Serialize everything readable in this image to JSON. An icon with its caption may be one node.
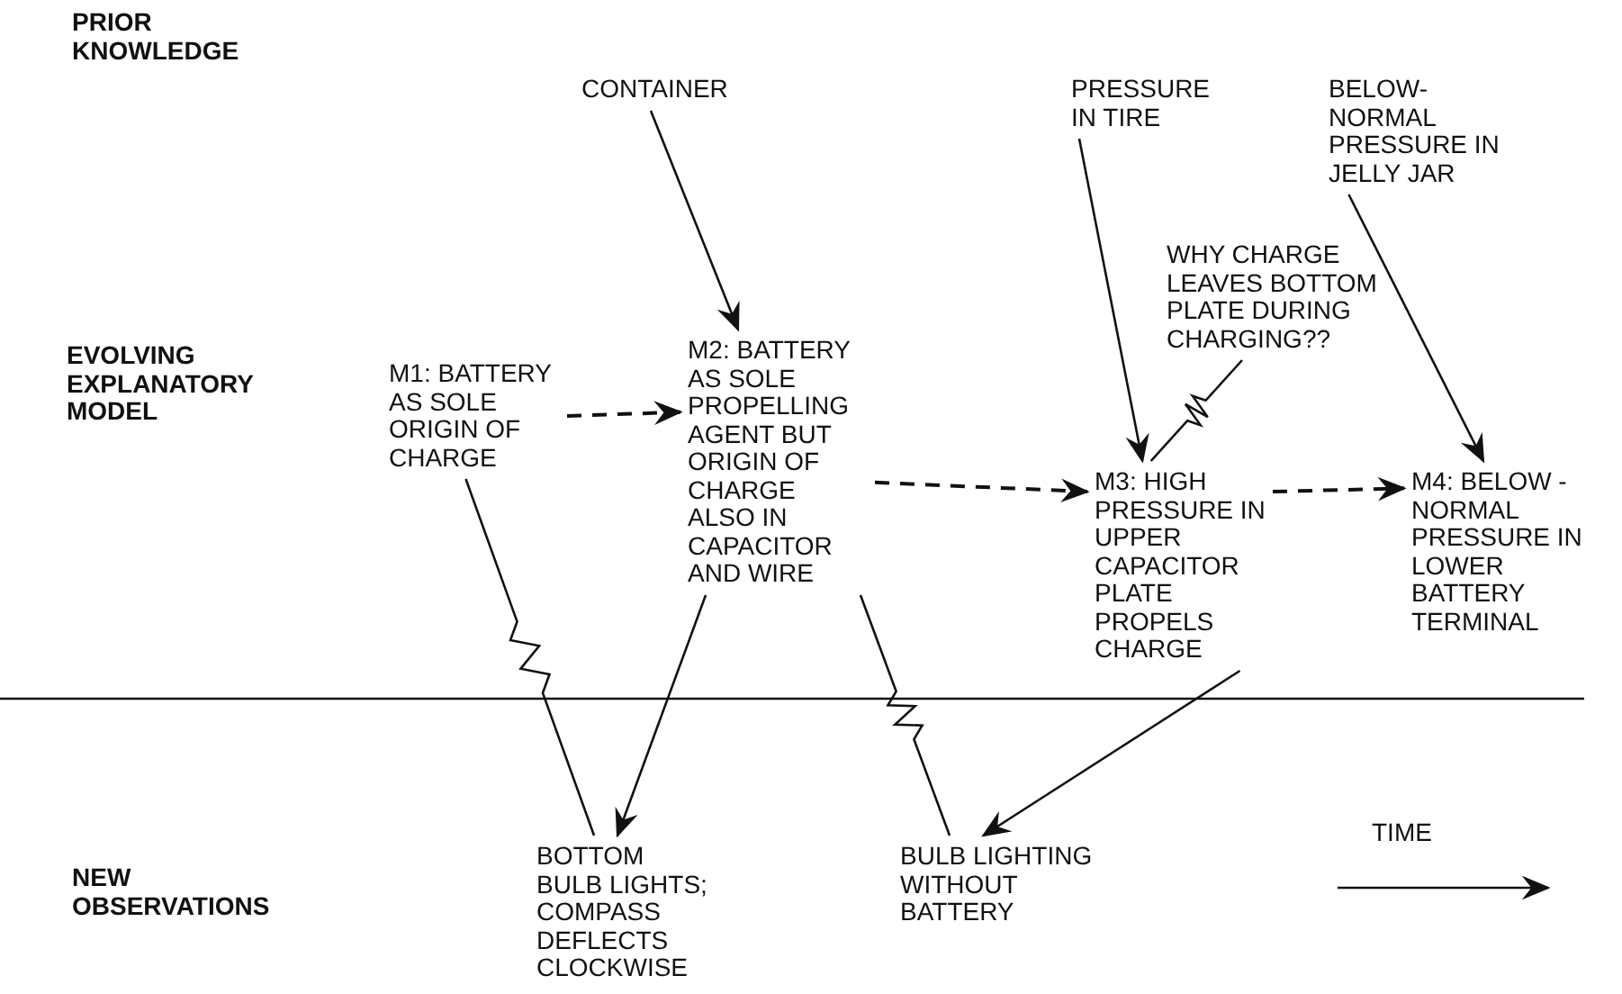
{
  "diagram": {
    "nodes": [
      {
        "text": [
          "CONTAINER"
        ]
      },
      {
        "text": [
          "PRESSURE IN TIRE"
        ]
      },
      {
        "text": [
          "BELOW-NORMAL PRESSURE IN JELLY JAR"
        ]
      },
      {
        "text": [
          "WHY CHARGE LEAVES BOTTOM PLATE DURING CHARGING??"
        ]
      },
      {
        "text": [
          "M1: BATTERY AS SOLE ORIGIN OF CHARGE"
        ]
      },
      {
        "text": [
          "M2: BATTERY AS SOLE PROPELLING AGENT BUT ORIGIN OF CHARGE ALSO IN CAPACITOR AND WIRE"
        ]
      },
      {
        "text": [
          "M3: HIGH PRESSURE IN UPPER CAPACITOR PLATE PROPELS CHARGE"
        ]
      },
      {
        "text": [
          "M4: BELOW - NORMAL PRESSURE IN LOWER BATTERY TERMINAL"
        ]
      },
      {
        "text": [
          "BOTTOM BULB LIGHTS; COMPASS DEFLECTS CLOCKWISE"
        ]
      },
      {
        "text": [
          "BULB LIGHTING WITHOUT BATTERY"
        ]
      }
    ],
    "edges": [
      {
        "from": 0,
        "to": 5,
        "arrow": "to"
      },
      {
        "from": 1,
        "to": 6,
        "arrow": "to"
      },
      {
        "from": 2,
        "to": 7,
        "arrow": "to"
      },
      {
        "from": 4,
        "to": 5,
        "arrow": "to",
        "style": "dashed"
      },
      {
        "from": 5,
        "to": 6,
        "arrow": "to",
        "style": "dashed"
      },
      {
        "from": 3,
        "to": 6,
        "arrow": "none"
      },
      {
        "from": 6,
        "to": 7,
        "arrow": "to",
        "style": "dashed"
      },
      {
        "from": 4,
        "to": 8,
        "arrow": "none"
      },
      {
        "from": 5,
        "to": 8,
        "arrow": "to"
      },
      {
        "from": 5,
        "to": 9,
        "arrow": "none"
      },
      {
        "from": 6,
        "to": 9,
        "arrow": "to"
      }
    ],
    "labels": [
      "PRIOR KNOWLEDGE",
      "EVOLVING EXPLANATORY MODEL",
      "NEW OBSERVATIONS",
      "TIME"
    ]
  }
}
